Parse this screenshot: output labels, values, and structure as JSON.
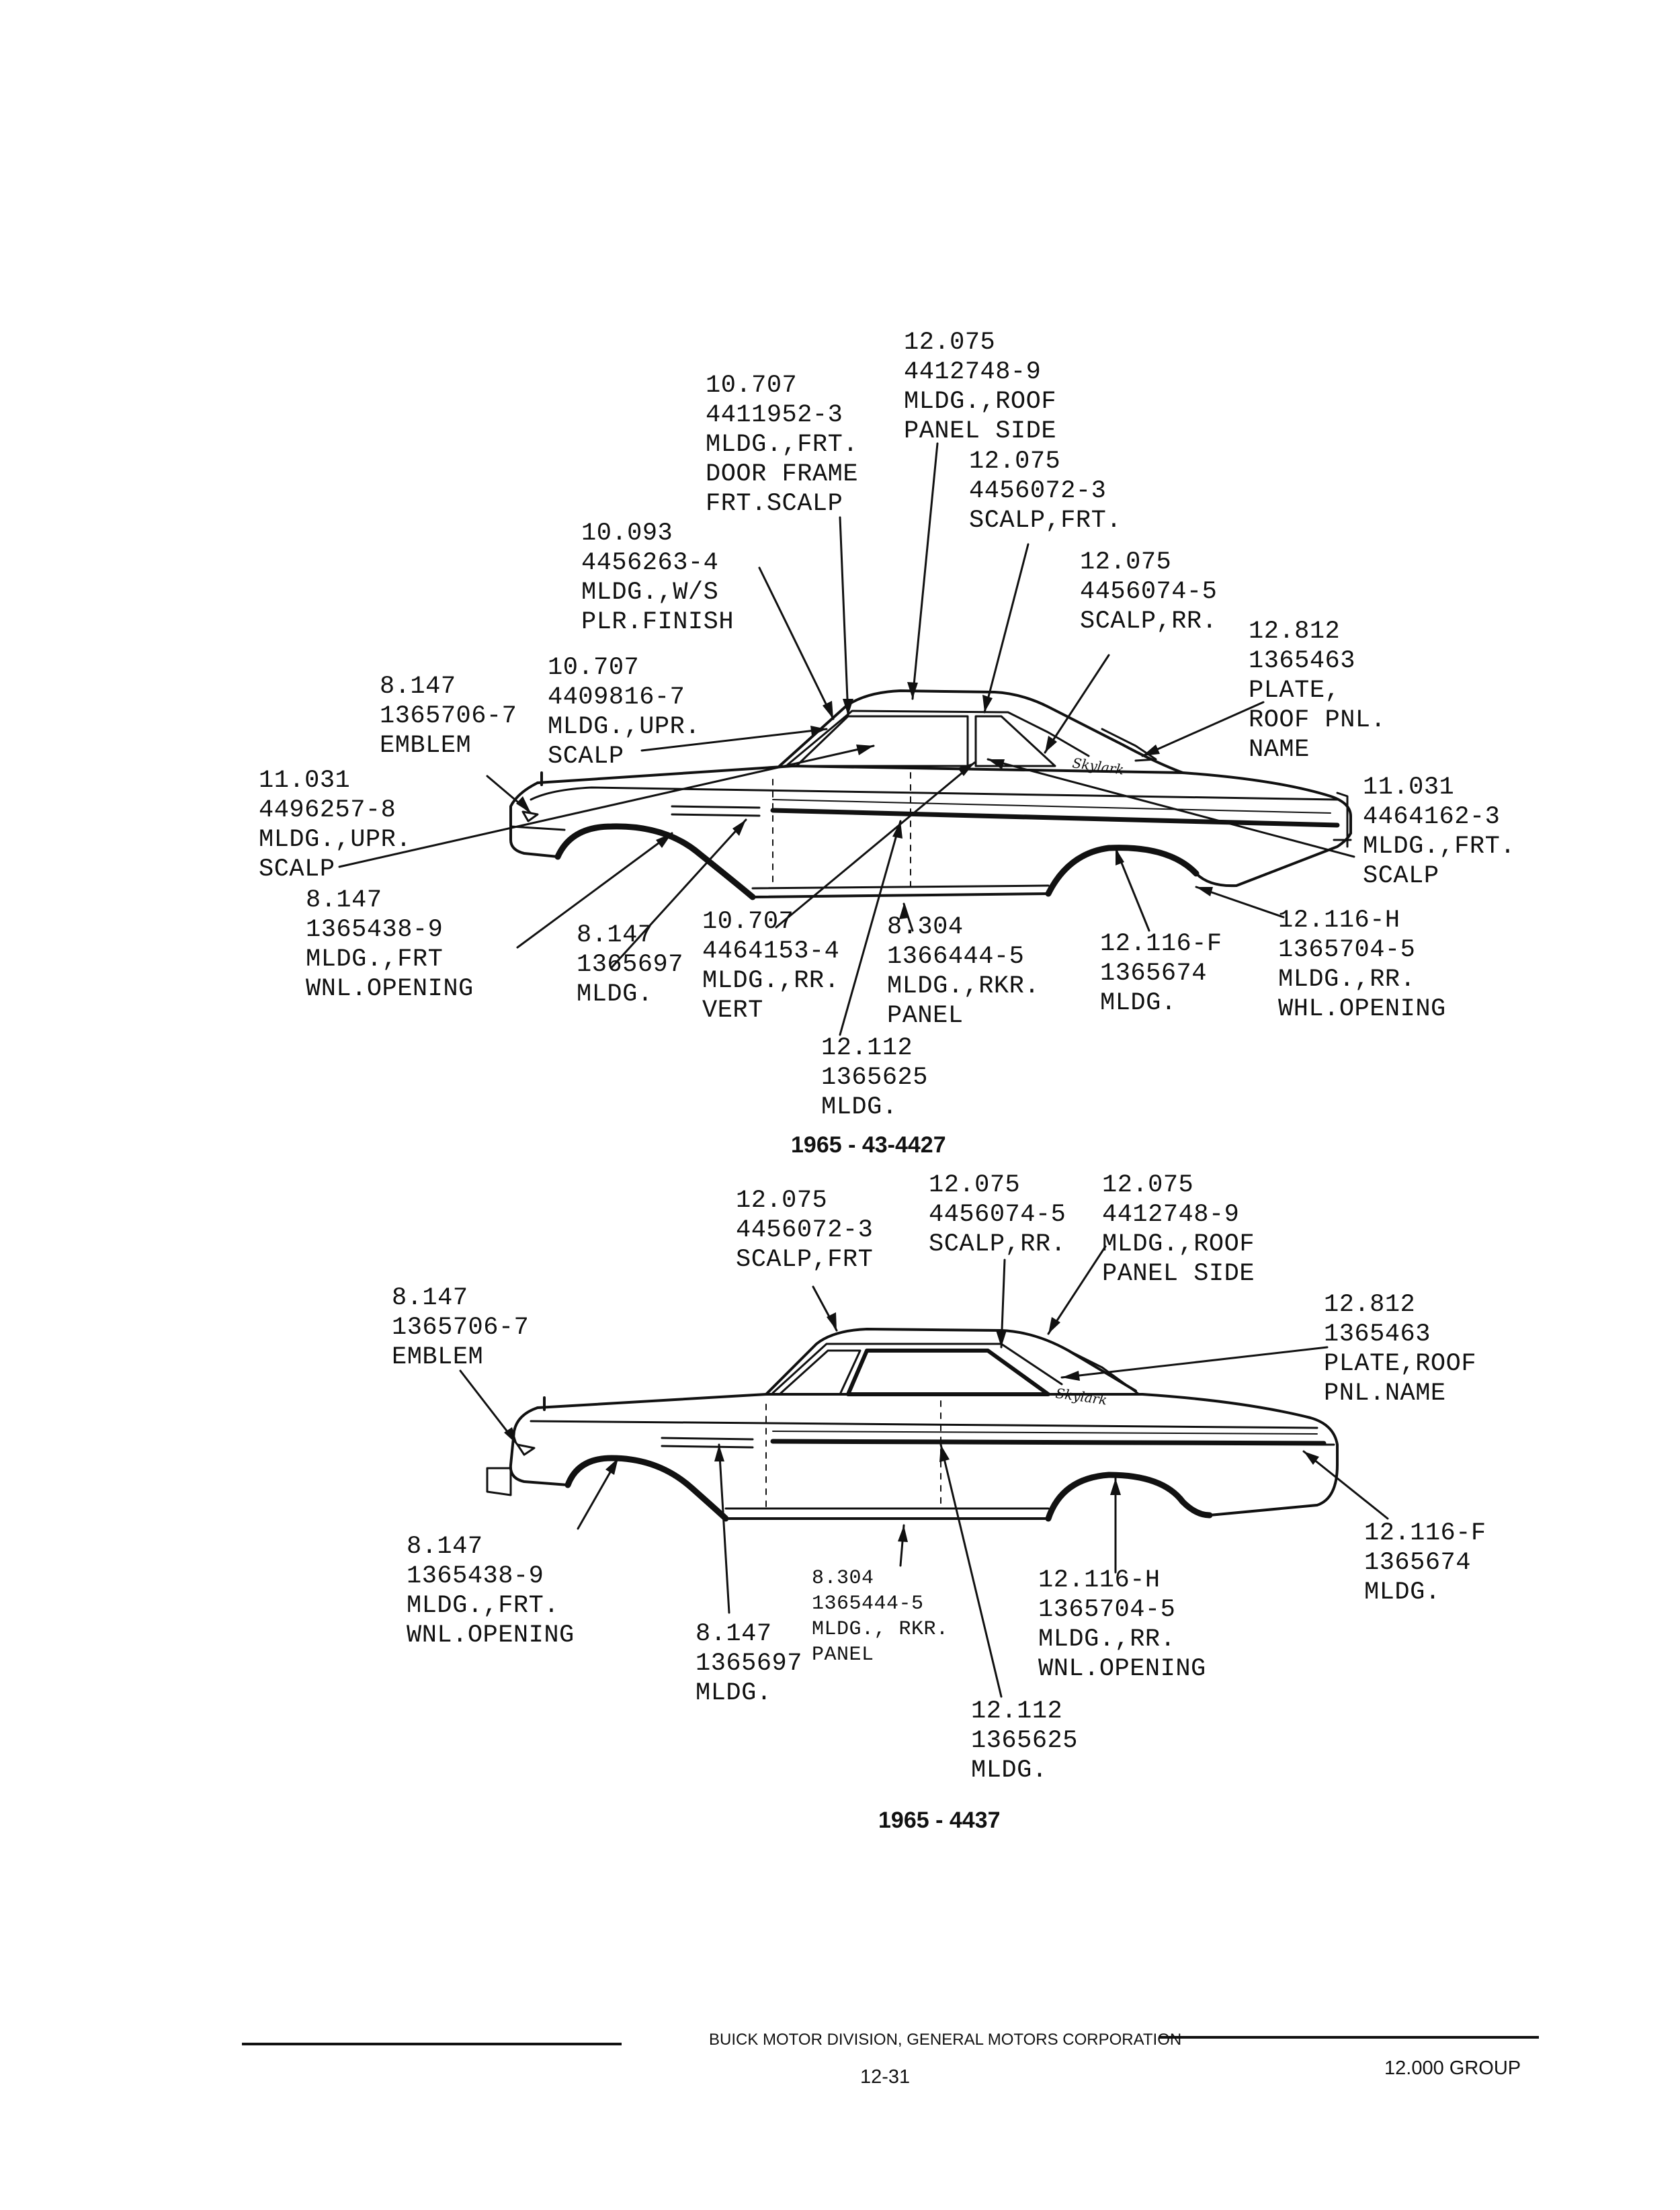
{
  "diagram1": {
    "caption": "1965 - 43-4427",
    "labels": [
      {
        "id": "d1-roof-side",
        "lines": [
          "12.075",
          "4412748-9",
          "MLDG.,ROOF",
          "PANEL SIDE"
        ]
      },
      {
        "id": "d1-door-frame",
        "lines": [
          "10.707",
          "4411952-3",
          "MLDG.,FRT.",
          "DOOR FRAME",
          "FRT.SCALP"
        ]
      },
      {
        "id": "d1-scalp-frt",
        "lines": [
          "12.075",
          "4456072-3",
          "SCALP,FRT."
        ]
      },
      {
        "id": "d1-ws-pillar",
        "lines": [
          "10.093",
          "4456263-4",
          "MLDG.,W/S",
          "PLR.FINISH"
        ]
      },
      {
        "id": "d1-scalp-rr",
        "lines": [
          "12.075",
          "4456074-5",
          "SCALP,RR."
        ]
      },
      {
        "id": "d1-name-plate",
        "lines": [
          "12.812",
          "1365463",
          "PLATE,",
          "ROOF PNL.",
          "NAME"
        ]
      },
      {
        "id": "d1-emblem",
        "lines": [
          "8.147",
          "1365706-7",
          "EMBLEM"
        ]
      },
      {
        "id": "d1-upr-scalp",
        "lines": [
          "10.707",
          "4409816-7",
          "MLDG.,UPR.",
          "SCALP"
        ]
      },
      {
        "id": "d1-upr-scalp-front",
        "lines": [
          "11.031",
          "4496257-8",
          "MLDG.,UPR.",
          "SCALP"
        ]
      },
      {
        "id": "d1-frt-scalp-rear",
        "lines": [
          "11.031",
          "4464162-3",
          "MLDG.,FRT.",
          "SCALP"
        ]
      },
      {
        "id": "d1-frt-wheel",
        "lines": [
          "8.147",
          "1365438-9",
          "MLDG.,FRT",
          "WNL.OPENING"
        ]
      },
      {
        "id": "d1-mldg-8147",
        "lines": [
          "8.147",
          "1365697",
          "MLDG."
        ]
      },
      {
        "id": "d1-rr-vert",
        "lines": [
          "10.707",
          "4464153-4",
          "MLDG.,RR.",
          "VERT"
        ]
      },
      {
        "id": "d1-rkr-panel",
        "lines": [
          "8.304",
          "1366444-5",
          "MLDG.,RKR.",
          "PANEL"
        ]
      },
      {
        "id": "d1-mldg-12116f",
        "lines": [
          "12.116-F",
          "1365674",
          "MLDG."
        ]
      },
      {
        "id": "d1-rr-wheel",
        "lines": [
          "12.116-H",
          "1365704-5",
          "MLDG.,RR.",
          "WHL.OPENING"
        ]
      },
      {
        "id": "d1-mldg-12112",
        "lines": [
          "12.112",
          "1365625",
          "MLDG."
        ]
      }
    ]
  },
  "diagram2": {
    "caption": "1965 - 4437",
    "labels": [
      {
        "id": "d2-scalp-frt",
        "lines": [
          "12.075",
          "4456072-3",
          "SCALP,FRT"
        ]
      },
      {
        "id": "d2-scalp-rr",
        "lines": [
          "12.075",
          "4456074-5",
          "SCALP,RR."
        ]
      },
      {
        "id": "d2-roof-side",
        "lines": [
          "12.075",
          "4412748-9",
          "MLDG.,ROOF",
          "PANEL SIDE"
        ]
      },
      {
        "id": "d2-emblem",
        "lines": [
          "8.147",
          "1365706-7",
          "EMBLEM"
        ]
      },
      {
        "id": "d2-name-plate",
        "lines": [
          "12.812",
          "1365463",
          "PLATE,ROOF",
          "PNL.NAME"
        ]
      },
      {
        "id": "d2-frt-wheel",
        "lines": [
          "8.147",
          "1365438-9",
          "MLDG.,FRT.",
          "WNL.OPENING"
        ]
      },
      {
        "id": "d2-rkr-panel",
        "lines": [
          "8.304",
          "1365444-5",
          "MLDG., RKR.",
          "PANEL"
        ]
      },
      {
        "id": "d2-rr-wheel",
        "lines": [
          "12.116-H",
          "1365704-5",
          "MLDG.,RR.",
          "WNL.OPENING"
        ]
      },
      {
        "id": "d2-mldg-12116f",
        "lines": [
          "12.116-F",
          "1365674",
          "MLDG."
        ]
      },
      {
        "id": "d2-mldg-8147",
        "lines": [
          "8.147",
          "1365697",
          "MLDG."
        ]
      },
      {
        "id": "d2-mldg-12112",
        "lines": [
          "12.112",
          "1365625",
          "MLDG."
        ]
      }
    ]
  },
  "badge_text": "Skylark",
  "footer": {
    "division": "BUICK MOTOR DIVISION, GENERAL MOTORS CORPORATION",
    "page": "12-31",
    "group": "12.000 GROUP"
  }
}
